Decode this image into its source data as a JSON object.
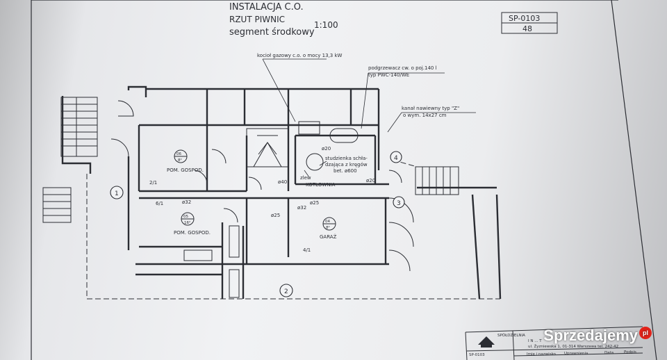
{
  "title": {
    "line1": "INSTALACJA C.O.",
    "line2": "RZUT PIWNIC",
    "scale": "1:100",
    "line3": "segment środkowy"
  },
  "sheet": {
    "code": "SP-0103",
    "number": "48"
  },
  "annotations": {
    "kociol": "kocioł gazowy c.o. o mocy 13,3 kW",
    "podgrzewacz1": "podgrzewacz cw. o poj.140 l",
    "podgrzewacz2": "typ PWC-140/WE",
    "kanal1": "kanał nawiewny typ \"Z\"",
    "kanal2": "o wym. 14x27 cm",
    "studzienka1": "studzienka schła-",
    "studzienka2": "dzająca z kręgów",
    "studzienka3": "bet. ø600",
    "zlew": "zlew"
  },
  "rooms": [
    {
      "num": "06",
      "area": "8²",
      "name": "POM. GOSPOD."
    },
    {
      "num": "05",
      "area": "16²",
      "name": "POM. GOSPOD."
    },
    {
      "num": "04",
      "area": "8²",
      "name": "GARAŻ"
    },
    {
      "name": "KOTŁOWNIA"
    }
  ],
  "axes": [
    "1",
    "2",
    "3",
    "4"
  ],
  "pipes": [
    "ø20",
    "ø40",
    "ø20",
    "ø32",
    "ø25",
    "ø32",
    "ø25"
  ],
  "risers": [
    "2/1",
    "6/1",
    "4/1"
  ],
  "title_block": {
    "company": "SPÓŁDZIELNIA",
    "company2": "I N ... T",
    "address": "ul. Żyzniewska 1, 01-314 Warszawa tel. 242-42",
    "col1": "Imię i nazwisko",
    "col2": "Uprawnienia",
    "col3": "Data",
    "col4": "Podpis",
    "code": "SP-0103"
  },
  "watermark": "Sprzedajemy",
  "watermark_suffix": "pl"
}
